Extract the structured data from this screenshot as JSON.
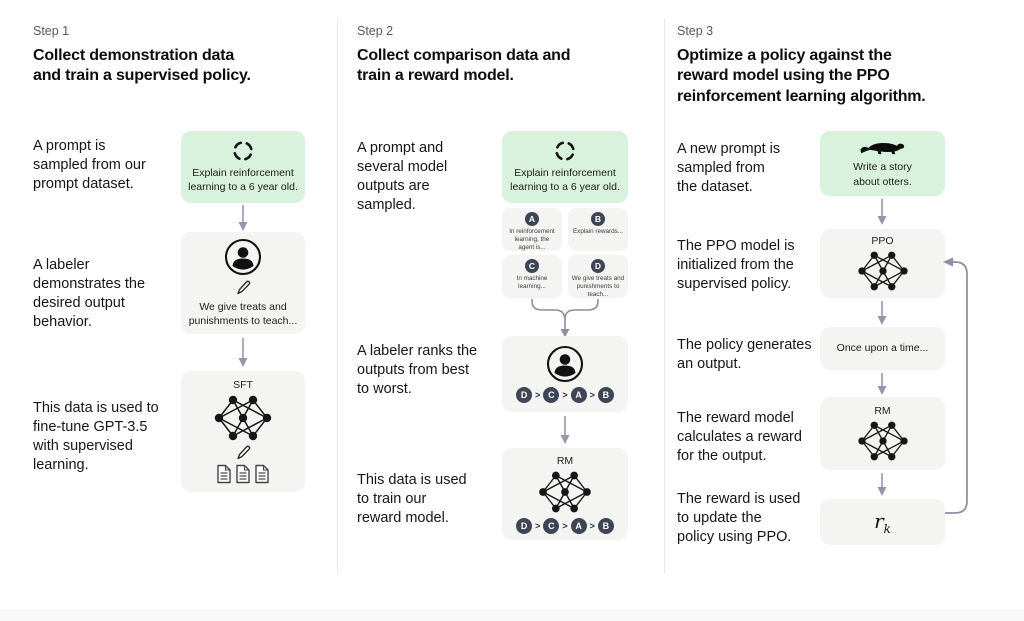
{
  "palette": {
    "background": "#ffffff",
    "green_box": "#d9f2dd",
    "gray_box": "#f4f4f2",
    "dark_circle": "#3e4656",
    "arrow": "#9795ab",
    "loop_arrow": "#8e8da4",
    "divider": "#e8e8e8"
  },
  "columns": [
    {
      "step": "Step 1",
      "heading": "Collect demonstration data\nand train a supervised policy.",
      "captions": {
        "prompt": "A prompt is\nsampled from our\nprompt dataset.",
        "labeler": "A labeler\ndemonstrates the\ndesired output\nbehavior.",
        "data": "This data is used to\nfine-tune GPT-3.5\nwith supervised\nlearning."
      },
      "prompt_box": "Explain reinforcement\nlearning to a 6 year old.",
      "labeler_box": "We give treats and\npunishments to teach...",
      "model_label": "SFT"
    },
    {
      "step": "Step 2",
      "heading": "Collect comparison data and\ntrain a reward model.",
      "captions": {
        "prompt": "A prompt and\nseveral model\noutputs are\nsampled.",
        "labeler": "A labeler ranks the\noutputs from best\nto worst.",
        "data": "This data is used\nto train our\nreward model."
      },
      "prompt_box": "Explain reinforcement\nlearning to a 6 year old.",
      "outputs": [
        {
          "letter": "A",
          "text": "In reinforcement\nlearning, the\nagent is..."
        },
        {
          "letter": "B",
          "text": "Explain rewards..."
        },
        {
          "letter": "C",
          "text": "In machine\nlearning..."
        },
        {
          "letter": "D",
          "text": "We give treats and\npunishments to\nteach..."
        }
      ],
      "ranking": [
        "D",
        "C",
        "A",
        "B"
      ],
      "ranking_separator": ">",
      "model_label": "RM"
    },
    {
      "step": "Step 3",
      "heading": "Optimize a policy against the\nreward model using the PPO\nreinforcement learning algorithm.",
      "captions": {
        "prompt": "A new prompt is\nsampled from\nthe dataset.",
        "ppo_init": "The PPO model is\ninitialized from the\nsupervised policy.",
        "output": "The policy generates\nan output.",
        "reward": "The reward model\ncalculates a reward\nfor the output.",
        "update": "The reward is used\nto update the\npolicy using PPO."
      },
      "prompt_box": "Write a story\nabout otters.",
      "ppo_label": "PPO",
      "output_box": "Once upon a time...",
      "rm_label": "RM",
      "reward_symbol": "r",
      "reward_subscript": "k"
    }
  ]
}
